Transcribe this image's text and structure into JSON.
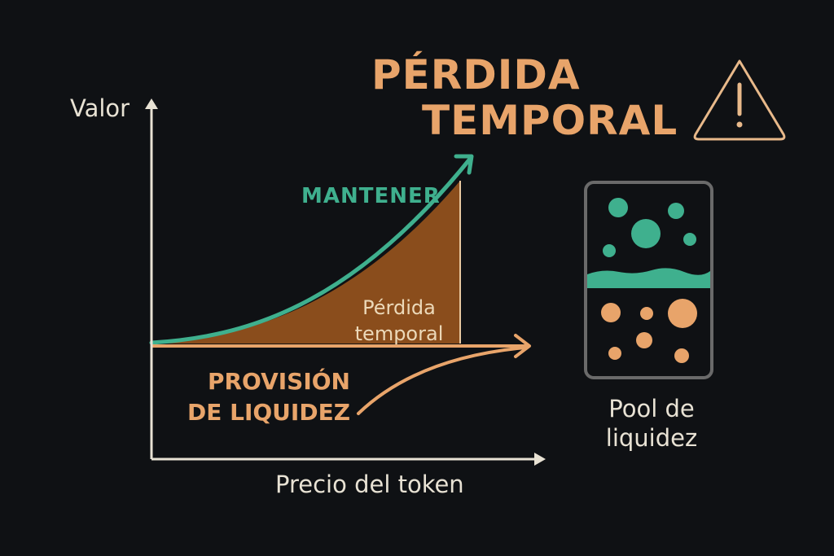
{
  "title": {
    "line1": "PÉRDIDA",
    "line2": "TEMPORAL"
  },
  "icons": {
    "warning": "warning-triangle-icon",
    "pool": "liquidity-pool-icon"
  },
  "colors": {
    "background": "#0f1114",
    "accent_orange": "#e8a46a",
    "accent_green": "#3fb08e",
    "loss_fill": "#8a4d1c",
    "axis": "#e8e2d4",
    "pool_border": "#6a6a6a"
  },
  "chart": {
    "y_axis_label": "Valor",
    "x_axis_label": "Precio del token",
    "hold_label": "MANTENER",
    "loss_label_line1": "Pérdida",
    "loss_label_line2": "temporal",
    "lp_label_line1": "PROVISIÓN",
    "lp_label_line2": "DE LIQUIDEZ"
  },
  "pool": {
    "label_line1": "Pool de",
    "label_line2": "liquidez"
  },
  "chart_data": {
    "type": "area",
    "title": "PÉRDIDA TEMPORAL",
    "xlabel": "Precio del token",
    "ylabel": "Valor",
    "series": [
      {
        "name": "MANTENER",
        "shape": "convex rising curve",
        "color": "#3fb08e"
      },
      {
        "name": "PROVISIÓN DE LIQUIDEZ",
        "shape": "flat line",
        "color": "#e8a46a"
      }
    ],
    "shaded_region": {
      "label": "Pérdida temporal",
      "between": [
        "MANTENER",
        "PROVISIÓN DE LIQUIDEZ"
      ],
      "color": "#8a4d1c"
    },
    "grid": false,
    "ticks": "none"
  }
}
